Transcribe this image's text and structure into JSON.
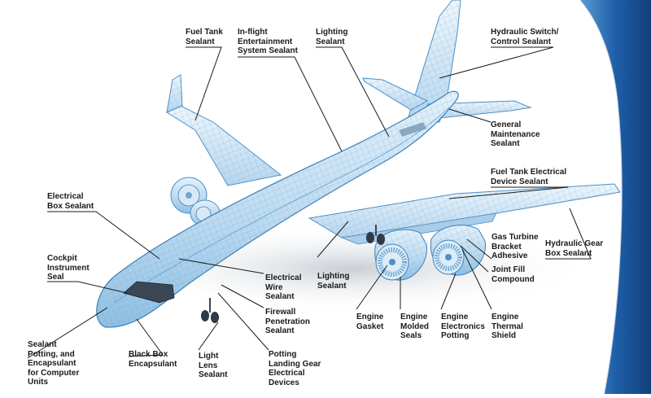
{
  "colors": {
    "background": "#ffffff",
    "accent_blue": "#1f5fa8",
    "wireframe": "#4d8fc4",
    "fuselage_fill": "#c9e2f3",
    "label_text": "#1a1a1a"
  },
  "labels": {
    "fuel_tank_sealant": [
      "Fuel Tank",
      "Sealant"
    ],
    "inflight_entertainment": [
      "In-flight",
      "Entertainment",
      "System Sealant"
    ],
    "lighting_sealant_top": [
      "Lighting",
      "Sealant"
    ],
    "hydraulic_switch": [
      "Hydraulic Switch/",
      "Control Sealant"
    ],
    "general_maintenance": [
      "General",
      "Maintenance",
      "Sealant"
    ],
    "fuel_tank_electrical": [
      "Fuel Tank Electrical",
      "Device Sealant"
    ],
    "electrical_box": [
      "Electrical",
      "Box Sealant"
    ],
    "hydraulic_gear_box": [
      "Hydraulic Gear",
      "Box Sealant"
    ],
    "gas_turbine": [
      "Gas Turbine",
      "Bracket",
      "Adhesive"
    ],
    "joint_fill": [
      "Joint Fill",
      "Compound"
    ],
    "cockpit_instrument": [
      "Cockpit",
      "Instrument",
      "Seal"
    ],
    "electrical_wire": [
      "Electrical",
      "Wire",
      "Sealant"
    ],
    "lighting_sealant_bottom": [
      "Lighting",
      "Sealant"
    ],
    "firewall_penetration": [
      "Firewall",
      "Penetration",
      "Sealant"
    ],
    "engine_gasket": [
      "Engine",
      "Gasket"
    ],
    "engine_molded": [
      "Engine",
      "Molded",
      "Seals"
    ],
    "engine_electronics": [
      "Engine",
      "Electronics",
      "Potting"
    ],
    "engine_thermal": [
      "Engine",
      "Thermal",
      "Shield"
    ],
    "sealant_potting": [
      "Sealant",
      "Potting, and",
      "Encapsulant",
      "for Computer",
      "Units"
    ],
    "black_box": [
      "Black Box",
      "Encapsulant"
    ],
    "light_lens": [
      "Light",
      "Lens",
      "Sealant"
    ],
    "potting_landing_gear": [
      "Potting",
      "Landing Gear",
      "Electrical",
      "Devices"
    ]
  }
}
